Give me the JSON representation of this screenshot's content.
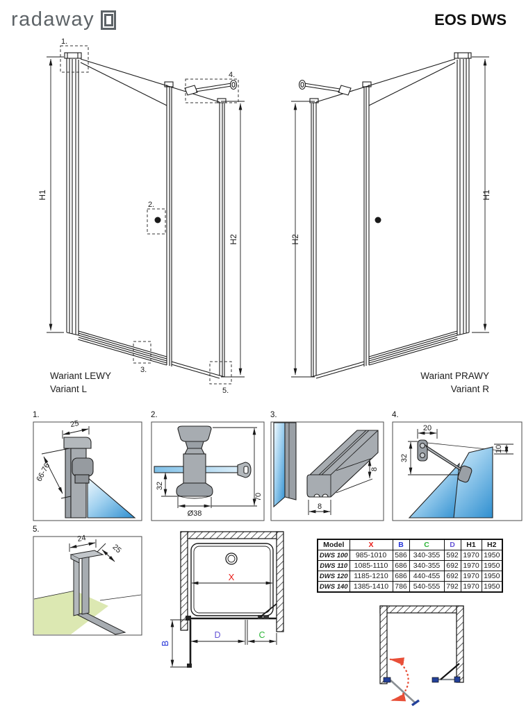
{
  "header": {
    "brand": "radaway",
    "product": "EOS DWS"
  },
  "elevations": {
    "left": {
      "pl": "Wariant LEWY",
      "en": "Variant L",
      "outer_dim": "H1",
      "inner_dim": "H2"
    },
    "right": {
      "pl": "Wariant PRAWY",
      "en": "Variant R",
      "outer_dim": "H1",
      "inner_dim": "H2"
    },
    "callouts": {
      "c1": "1.",
      "c2": "2.",
      "c3": "3.",
      "c4": "4.",
      "c5": "5."
    }
  },
  "details": {
    "d1": {
      "label": "1.",
      "dim_width": "25",
      "dim_range": "66-76"
    },
    "d2": {
      "label": "2.",
      "dim_offset": "32",
      "dim_diameter": "Ø38",
      "dim_height": "70"
    },
    "d3": {
      "label": "3.",
      "dim_w": "8",
      "dim_h": "8"
    },
    "d4": {
      "label": "4.",
      "dim_w": "20",
      "dim_h": "10",
      "dim_v": "32"
    },
    "d5": {
      "label": "5.",
      "dim_w": "24",
      "dim_d": "25"
    }
  },
  "plan": {
    "x": "X",
    "b": "B",
    "c": "C",
    "d": "D"
  },
  "table": {
    "headers": [
      "Model",
      "X",
      "B",
      "C",
      "D",
      "H1",
      "H2"
    ],
    "header_colors": [
      "#111111",
      "#e81b17",
      "#2433d8",
      "#2cb437",
      "#6453d6",
      "#111111",
      "#111111"
    ],
    "rows": [
      [
        "DWS 100",
        "985-1010",
        "586",
        "340-355",
        "592",
        "1970",
        "1950"
      ],
      [
        "DWS 110",
        "1085-1110",
        "686",
        "340-355",
        "692",
        "1970",
        "1950"
      ],
      [
        "DWS 120",
        "1185-1210",
        "686",
        "440-455",
        "692",
        "1970",
        "1950"
      ],
      [
        "DWS 140",
        "1385-1410",
        "786",
        "540-555",
        "792",
        "1970",
        "1950"
      ]
    ]
  },
  "colors": {
    "line": "#1a1a1a",
    "logo_gray": "#5d6367",
    "profile_gray": "#a7acb1",
    "glass_blue": "#3d9bdc",
    "floor_green": "#dce8b2",
    "hinge_blue": "#23409a",
    "arrow_red": "#e84f38",
    "dim_red": "#e81b17",
    "dim_blue": "#2433d8",
    "dim_green": "#2cb437",
    "dim_purple": "#6453d6"
  }
}
